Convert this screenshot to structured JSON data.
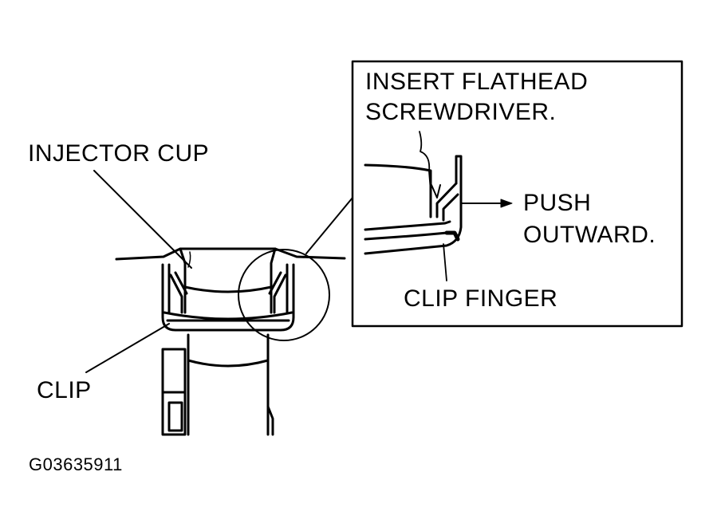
{
  "labels": {
    "injector_cup": "INJECTOR CUP",
    "clip": "CLIP",
    "insert_line1": "INSERT FLATHEAD",
    "insert_line2": "SCREWDRIVER.",
    "push_line1": "PUSH",
    "push_line2": "OUTWARD.",
    "clip_finger": "CLIP FINGER",
    "figure_code": "G03635911"
  },
  "colors": {
    "ink": "#000000",
    "paper": "#ffffff"
  }
}
